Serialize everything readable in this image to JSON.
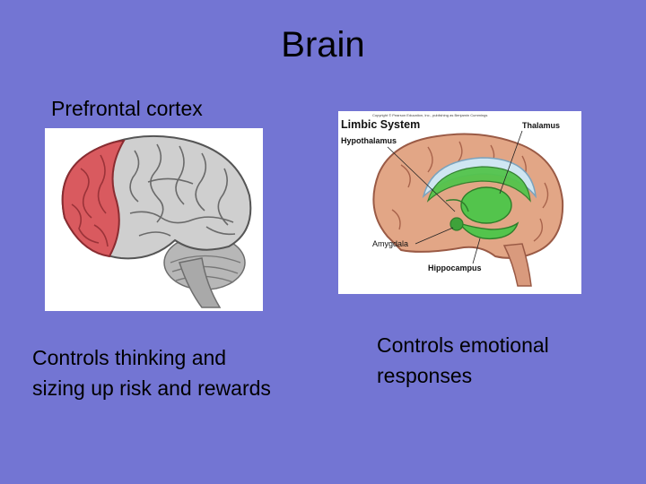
{
  "slide": {
    "title": "Brain",
    "left_heading": "Prefrontal cortex",
    "left_caption": "Controls thinking and sizing up risk and rewards",
    "right_caption": "Controls emotional responses"
  },
  "limbic_figure": {
    "copyright_note": "Copyright © Pearson Education, Inc., publishing as Benjamin Cummings",
    "title": "Limbic System",
    "labels": {
      "thalamus": "Thalamus",
      "hypothalamus": "Hypothalamus",
      "amygdala": "Amygdala",
      "hippocampus": "Hippocampus"
    }
  },
  "colors": {
    "background": "#7375d3",
    "prefrontal": "#d95a5f",
    "brain_gray": "#c9c9c9",
    "limbic_green": "#53c44c",
    "brain_pink": "#e2a686"
  },
  "icons": [
    "prefrontal-brain-illustration",
    "limbic-system-illustration"
  ]
}
